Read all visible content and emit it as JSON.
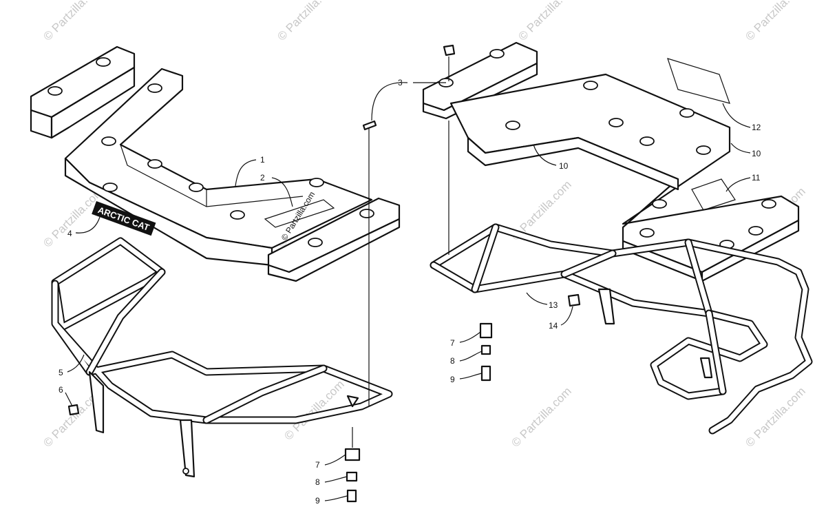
{
  "watermark": "© Partzilla.com",
  "brand_logo": "ARCTIC CAT",
  "callouts": {
    "c1": "1",
    "c2": "2",
    "c3": "3",
    "c4": "4",
    "c5": "5",
    "c6": "6",
    "c7a": "7",
    "c8a": "8",
    "c9a": "9",
    "c7b": "7",
    "c8b": "8",
    "c9b": "9",
    "c10a": "10",
    "c10b": "10",
    "c11": "11",
    "c12": "12",
    "c13": "13",
    "c14": "14"
  }
}
